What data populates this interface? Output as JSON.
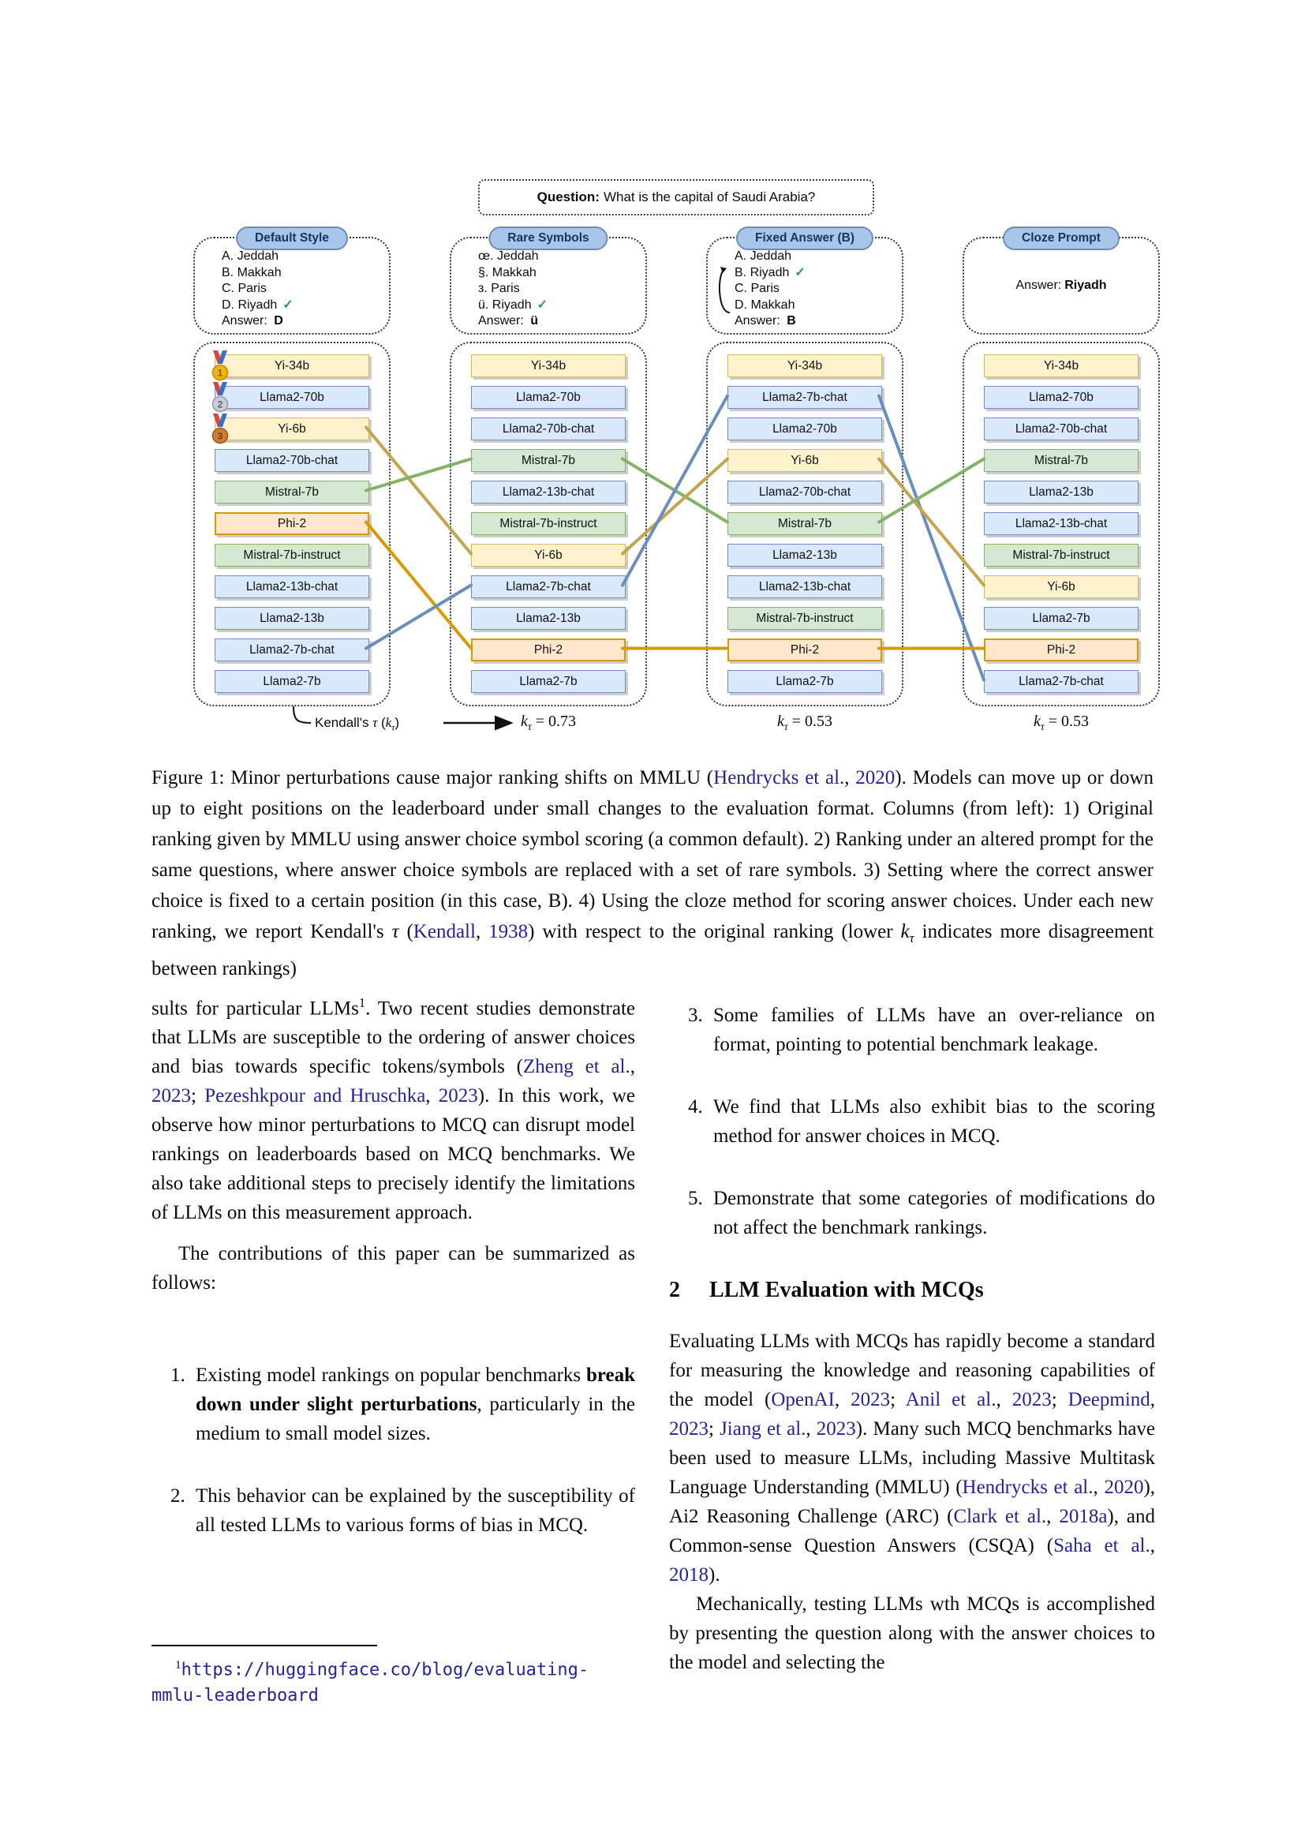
{
  "figure": {
    "question": {
      "label": "Question:",
      "text": "What is the capital of Saudi Arabia?"
    },
    "columns": [
      {
        "header": "Default Style",
        "options": [
          {
            "sym": "A.",
            "text": "Jeddah"
          },
          {
            "sym": "B.",
            "text": "Makkah"
          },
          {
            "sym": "C.",
            "text": "Paris"
          },
          {
            "sym": "D.",
            "text": "Riyadh",
            "check": true
          }
        ],
        "answer": {
          "label": "Answer:",
          "value": "D"
        },
        "models": [
          {
            "name": "Yi-34b",
            "color": "yellow",
            "medal": "1"
          },
          {
            "name": "Llama2-70b",
            "color": "blue",
            "medal": "2"
          },
          {
            "name": "Yi-6b",
            "color": "yellow",
            "medal": "3"
          },
          {
            "name": "Llama2-70b-chat",
            "color": "blue"
          },
          {
            "name": "Mistral-7b",
            "color": "green"
          },
          {
            "name": "Phi-2",
            "color": "orange"
          },
          {
            "name": "Mistral-7b-instruct",
            "color": "green"
          },
          {
            "name": "Llama2-13b-chat",
            "color": "blue"
          },
          {
            "name": "Llama2-13b",
            "color": "blue"
          },
          {
            "name": "Llama2-7b-chat",
            "color": "blue"
          },
          {
            "name": "Llama2-7b",
            "color": "blue"
          }
        ],
        "ktau": null
      },
      {
        "header": "Rare Symbols",
        "options": [
          {
            "sym": "œ.",
            "text": "Jeddah"
          },
          {
            "sym": "§.",
            "text": "Makkah"
          },
          {
            "sym": "з.",
            "text": "Paris"
          },
          {
            "sym": "ü.",
            "text": "Riyadh",
            "check": true
          }
        ],
        "answer": {
          "label": "Answer:",
          "value": "ü"
        },
        "models": [
          {
            "name": "Yi-34b",
            "color": "yellow"
          },
          {
            "name": "Llama2-70b",
            "color": "blue"
          },
          {
            "name": "Llama2-70b-chat",
            "color": "blue"
          },
          {
            "name": "Mistral-7b",
            "color": "green"
          },
          {
            "name": "Llama2-13b-chat",
            "color": "blue"
          },
          {
            "name": "Mistral-7b-instruct",
            "color": "green"
          },
          {
            "name": "Yi-6b",
            "color": "yellow"
          },
          {
            "name": "Llama2-7b-chat",
            "color": "blue"
          },
          {
            "name": "Llama2-13b",
            "color": "blue"
          },
          {
            "name": "Phi-2",
            "color": "orange"
          },
          {
            "name": "Llama2-7b",
            "color": "blue"
          }
        ],
        "ktau": "0.73"
      },
      {
        "header": "Fixed Answer (B)",
        "fix_arrow": true,
        "options": [
          {
            "sym": "A.",
            "text": "Jeddah"
          },
          {
            "sym": "B.",
            "text": "Riyadh",
            "check": true
          },
          {
            "sym": "C.",
            "text": "Paris"
          },
          {
            "sym": "D.",
            "text": "Makkah"
          }
        ],
        "answer": {
          "label": "Answer:",
          "value": "B"
        },
        "models": [
          {
            "name": "Yi-34b",
            "color": "yellow"
          },
          {
            "name": "Llama2-7b-chat",
            "color": "blue"
          },
          {
            "name": "Llama2-70b",
            "color": "blue"
          },
          {
            "name": "Yi-6b",
            "color": "yellow"
          },
          {
            "name": "Llama2-70b-chat",
            "color": "blue"
          },
          {
            "name": "Mistral-7b",
            "color": "green"
          },
          {
            "name": "Llama2-13b",
            "color": "blue"
          },
          {
            "name": "Llama2-13b-chat",
            "color": "blue"
          },
          {
            "name": "Mistral-7b-instruct",
            "color": "green"
          },
          {
            "name": "Phi-2",
            "color": "orange"
          },
          {
            "name": "Llama2-7b",
            "color": "blue"
          }
        ],
        "ktau": "0.53"
      },
      {
        "header": "Cloze Prompt",
        "options": [],
        "answer": {
          "label": "Answer:",
          "value": "Riyadh"
        },
        "answer_only": true,
        "models": [
          {
            "name": "Yi-34b",
            "color": "yellow"
          },
          {
            "name": "Llama2-70b",
            "color": "blue"
          },
          {
            "name": "Llama2-70b-chat",
            "color": "blue"
          },
          {
            "name": "Mistral-7b",
            "color": "green"
          },
          {
            "name": "Llama2-13b",
            "color": "blue"
          },
          {
            "name": "Llama2-13b-chat",
            "color": "blue"
          },
          {
            "name": "Mistral-7b-instruct",
            "color": "green"
          },
          {
            "name": "Yi-6b",
            "color": "yellow"
          },
          {
            "name": "Llama2-7b",
            "color": "blue"
          },
          {
            "name": "Phi-2",
            "color": "orange"
          },
          {
            "name": "Llama2-7b-chat",
            "color": "blue"
          }
        ],
        "ktau": "0.53"
      }
    ],
    "connections": [
      {
        "from": [
          0,
          3
        ],
        "to": [
          1,
          7
        ],
        "color": "#c5a44e"
      },
      {
        "from": [
          0,
          5
        ],
        "to": [
          1,
          4
        ],
        "color": "#82b366"
      },
      {
        "from": [
          0,
          6
        ],
        "to": [
          1,
          10
        ],
        "color": "#d79b00"
      },
      {
        "from": [
          0,
          10
        ],
        "to": [
          1,
          8
        ],
        "color": "#6c8ebf"
      },
      {
        "from": [
          1,
          4
        ],
        "to": [
          2,
          6
        ],
        "color": "#82b366"
      },
      {
        "from": [
          1,
          7
        ],
        "to": [
          2,
          4
        ],
        "color": "#c5a44e"
      },
      {
        "from": [
          1,
          8
        ],
        "to": [
          2,
          2
        ],
        "color": "#6c8ebf"
      },
      {
        "from": [
          1,
          10
        ],
        "to": [
          2,
          10
        ],
        "color": "#d79b00"
      },
      {
        "from": [
          2,
          2
        ],
        "to": [
          3,
          11
        ],
        "color": "#6c8ebf"
      },
      {
        "from": [
          2,
          4
        ],
        "to": [
          3,
          8
        ],
        "color": "#c5a44e"
      },
      {
        "from": [
          2,
          6
        ],
        "to": [
          3,
          4
        ],
        "color": "#82b366"
      },
      {
        "from": [
          2,
          10
        ],
        "to": [
          3,
          10
        ],
        "color": "#d79b00"
      }
    ],
    "kendall": {
      "segments": [
        {
          "t": "Kendall's ",
          "c": ""
        },
        {
          "t": "τ",
          "c": "italic serif"
        },
        {
          "t": " (",
          "c": ""
        },
        {
          "t": "k",
          "c": "italic serif"
        },
        {
          "t": "τ",
          "c": "sub italic serif"
        },
        {
          "t": ")",
          "c": ""
        }
      ]
    },
    "medal_colors": {
      "1": {
        "fill": "#f2b211",
        "stroke": "#c4880a",
        "num": "#8a5c00"
      },
      "2": {
        "fill": "#c9cdd6",
        "stroke": "#959da8",
        "num": "#5d6470"
      },
      "3": {
        "fill": "#d07d33",
        "stroke": "#9c5a20",
        "num": "#6e3c12"
      }
    },
    "check_color": "#2f9e44"
  },
  "caption": {
    "segments": [
      {
        "t": "Figure 1: Minor perturbations cause major ranking shifts on MMLU (",
        "c": ""
      },
      {
        "t": "Hendrycks et al.",
        "c": "link"
      },
      {
        "t": ", ",
        "c": ""
      },
      {
        "t": "2020",
        "c": "link"
      },
      {
        "t": "). Models can move up or down up to eight positions on the leaderboard under small changes to the evaluation format. Columns (from left): 1) Original ranking given by MMLU using answer choice symbol scoring (a common default). 2) Ranking under an altered prompt for the same questions, where answer choice symbols are replaced with a set of rare symbols. 3) Setting where the correct answer choice is fixed to a certain position (in this case, B). 4) Using the cloze method for scoring answer choices. Under each new ranking, we report Kendall's ",
        "c": ""
      },
      {
        "t": "τ",
        "c": "italic"
      },
      {
        "t": " (",
        "c": ""
      },
      {
        "t": "Kendall",
        "c": "link"
      },
      {
        "t": ", ",
        "c": ""
      },
      {
        "t": "1938",
        "c": "link"
      },
      {
        "t": ") with respect to the original ranking (lower ",
        "c": ""
      },
      {
        "t": "k",
        "c": "italic"
      },
      {
        "t": "τ",
        "c": "sub italic"
      },
      {
        "t": " indicates more disagreement between rankings)",
        "c": ""
      }
    ]
  },
  "body": {
    "left": {
      "p1": [
        {
          "t": "sults for particular LLMs",
          "c": ""
        },
        {
          "t": "1",
          "c": "sup"
        },
        {
          "t": ". Two recent studies demonstrate that LLMs are susceptible to the ordering of answer choices and bias towards specific tokens/symbols (",
          "c": ""
        },
        {
          "t": "Zheng et al.",
          "c": "link"
        },
        {
          "t": ", ",
          "c": ""
        },
        {
          "t": "2023",
          "c": "link"
        },
        {
          "t": "; ",
          "c": ""
        },
        {
          "t": "Pezeshkpour and Hruschka",
          "c": "link"
        },
        {
          "t": ", ",
          "c": ""
        },
        {
          "t": "2023",
          "c": "link"
        },
        {
          "t": "). In this work, we observe how minor perturbations to MCQ can disrupt model rankings on leaderboards based on MCQ benchmarks. We also take additional steps to precisely identify the limitations of LLMs on this measurement approach.",
          "c": ""
        }
      ],
      "p2": [
        {
          "t": "The contributions of this paper can be summarized as follows:",
          "c": ""
        }
      ],
      "items": [
        {
          "num": "1.",
          "segments": [
            {
              "t": "Existing model rankings on popular benchmarks ",
              "c": ""
            },
            {
              "t": "break down under slight perturbations",
              "c": "bold"
            },
            {
              "t": ", particularly in the medium to small model sizes.",
              "c": ""
            }
          ]
        },
        {
          "num": "2.",
          "segments": [
            {
              "t": "This behavior can be explained by the susceptibility of all tested LLMs to various forms of bias in MCQ.",
              "c": ""
            }
          ]
        }
      ],
      "footnote": [
        {
          "t": "1",
          "c": "sup"
        },
        {
          "t": "https://huggingface.co/blog/evaluating-mmlu-leaderboard",
          "c": "mono link"
        }
      ]
    },
    "right": {
      "items": [
        {
          "num": "3.",
          "segments": [
            {
              "t": "Some families of LLMs have an over-reliance on format, pointing to potential benchmark leakage.",
              "c": ""
            }
          ]
        },
        {
          "num": "4.",
          "segments": [
            {
              "t": "We find that LLMs also exhibit bias to the scoring method for answer choices in MCQ.",
              "c": ""
            }
          ]
        },
        {
          "num": "5.",
          "segments": [
            {
              "t": "Demonstrate that some categories of modifications do not affect the benchmark rankings.",
              "c": ""
            }
          ]
        }
      ],
      "heading": {
        "num": "2",
        "title": "LLM Evaluation with MCQs"
      },
      "p1": [
        {
          "t": "Evaluating LLMs with MCQs has rapidly become a standard for measuring the knowledge and reasoning capabilities of the model (",
          "c": ""
        },
        {
          "t": "OpenAI",
          "c": "link"
        },
        {
          "t": ", ",
          "c": ""
        },
        {
          "t": "2023",
          "c": "link"
        },
        {
          "t": "; ",
          "c": ""
        },
        {
          "t": "Anil et al.",
          "c": "link"
        },
        {
          "t": ", ",
          "c": ""
        },
        {
          "t": "2023",
          "c": "link"
        },
        {
          "t": "; ",
          "c": ""
        },
        {
          "t": "Deepmind",
          "c": "link"
        },
        {
          "t": ", ",
          "c": ""
        },
        {
          "t": "2023",
          "c": "link"
        },
        {
          "t": "; ",
          "c": ""
        },
        {
          "t": "Jiang et al.",
          "c": "link"
        },
        {
          "t": ", ",
          "c": ""
        },
        {
          "t": "2023",
          "c": "link"
        },
        {
          "t": "). Many such MCQ benchmarks have been used to measure LLMs, including Massive Multitask Language Understanding (MMLU) (",
          "c": ""
        },
        {
          "t": "Hendrycks et al.",
          "c": "link"
        },
        {
          "t": ", ",
          "c": ""
        },
        {
          "t": "2020",
          "c": "link"
        },
        {
          "t": "), Ai2 Reasoning Challenge (ARC) (",
          "c": ""
        },
        {
          "t": "Clark et al.",
          "c": "link"
        },
        {
          "t": ", ",
          "c": ""
        },
        {
          "t": "2018a",
          "c": "link"
        },
        {
          "t": "), and Common-sense Question Answers (CSQA) (",
          "c": ""
        },
        {
          "t": "Saha et al.",
          "c": "link"
        },
        {
          "t": ", ",
          "c": ""
        },
        {
          "t": "2018",
          "c": "link"
        },
        {
          "t": ").",
          "c": ""
        }
      ],
      "p2": [
        {
          "t": "Mechanically, testing LLMs wth MCQs is accomplished by presenting the question along with the answer choices to the model and selecting the",
          "c": ""
        }
      ]
    }
  }
}
